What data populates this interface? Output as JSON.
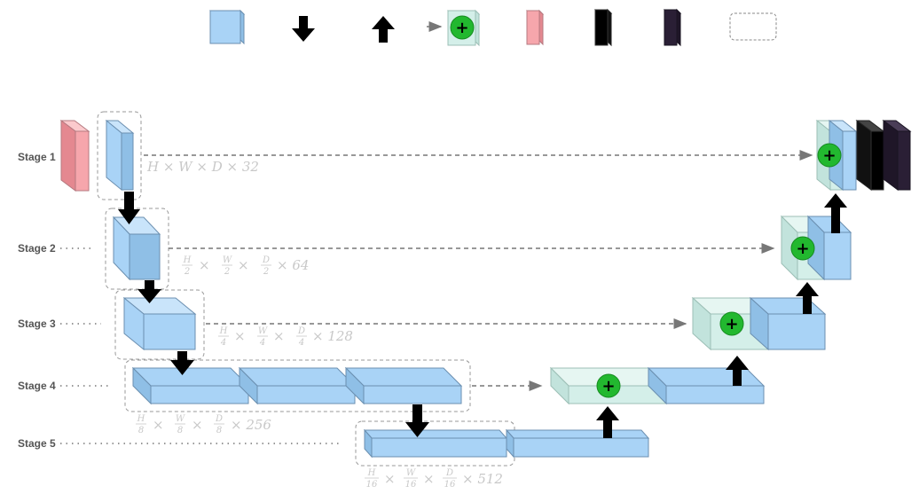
{
  "colors": {
    "feature_block": "#a9d3f6",
    "skip_block": "#d4efe9",
    "input_block": "#f6a6ac",
    "output_block": "#000000",
    "final_block": "#2a1f35",
    "plus_circle": "#22b82f",
    "dashed_border": "#999999",
    "label_gray": "#c8c8c8"
  },
  "legend": {
    "items": [
      {
        "icon": "blue-cube-icon"
      },
      {
        "icon": "down-arrow-icon"
      },
      {
        "icon": "up-arrow-icon"
      },
      {
        "icon": "skip-add-icon"
      },
      {
        "icon": "pink-block-icon"
      },
      {
        "icon": "black-block-icon"
      },
      {
        "icon": "dark-purple-block-icon"
      },
      {
        "icon": "dashed-box-icon"
      }
    ]
  },
  "stages": {
    "s1": {
      "label": "Stage 1",
      "dims": "H × W × D × 32"
    },
    "s2": {
      "label": "Stage 2",
      "dims_tail": "× 64",
      "fracs": [
        "H",
        "2",
        "W",
        "2",
        "D",
        "2"
      ]
    },
    "s3": {
      "label": "Stage 3",
      "dims_tail": "× 128",
      "fracs": [
        "H",
        "4",
        "W",
        "4",
        "D",
        "4"
      ]
    },
    "s4": {
      "label": "Stage 4",
      "dims_tail": "× 256",
      "fracs": [
        "H",
        "8",
        "W",
        "8",
        "D",
        "8"
      ]
    },
    "s5": {
      "label": "Stage 5",
      "dims_tail": "× 512",
      "fracs": [
        "H",
        "16",
        "W",
        "16",
        "D",
        "16"
      ]
    }
  },
  "plus_symbol": "+",
  "times_symbol": "×"
}
